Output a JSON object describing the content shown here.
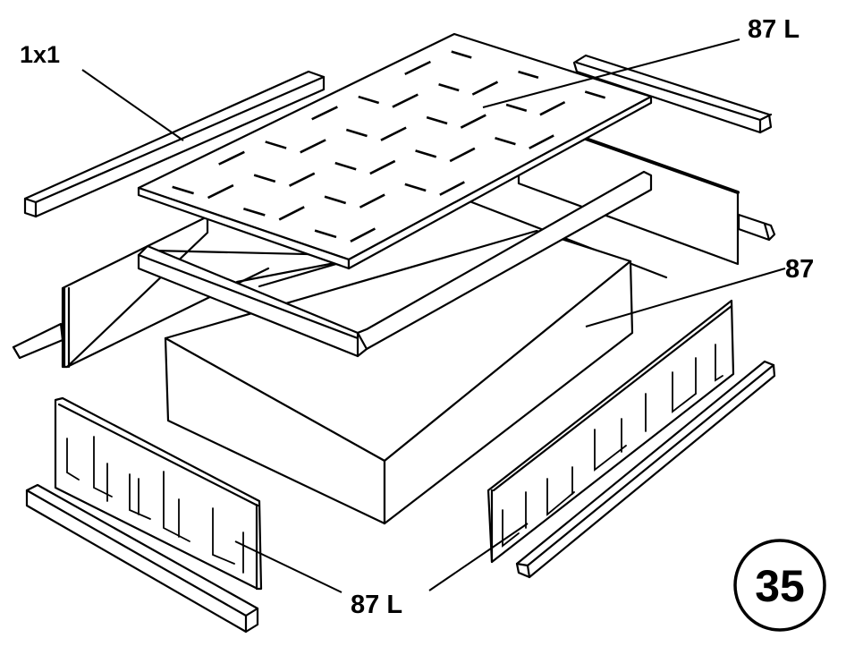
{
  "figure": {
    "step_number": "35",
    "colors": {
      "ink": "#000000",
      "paper": "#ffffff"
    },
    "labels": {
      "top_strip": "1x1",
      "top_panel": "87 L",
      "block": "87",
      "side_panels": "87 L"
    },
    "parts": [
      "grid-panel",
      "foam-block",
      "front-rail",
      "back-left-strip",
      "back-right-strip",
      "left-end-panel",
      "right-end-panel",
      "front-left-panel",
      "front-right-panel",
      "bottom-left-strip",
      "bottom-right-strip"
    ]
  }
}
